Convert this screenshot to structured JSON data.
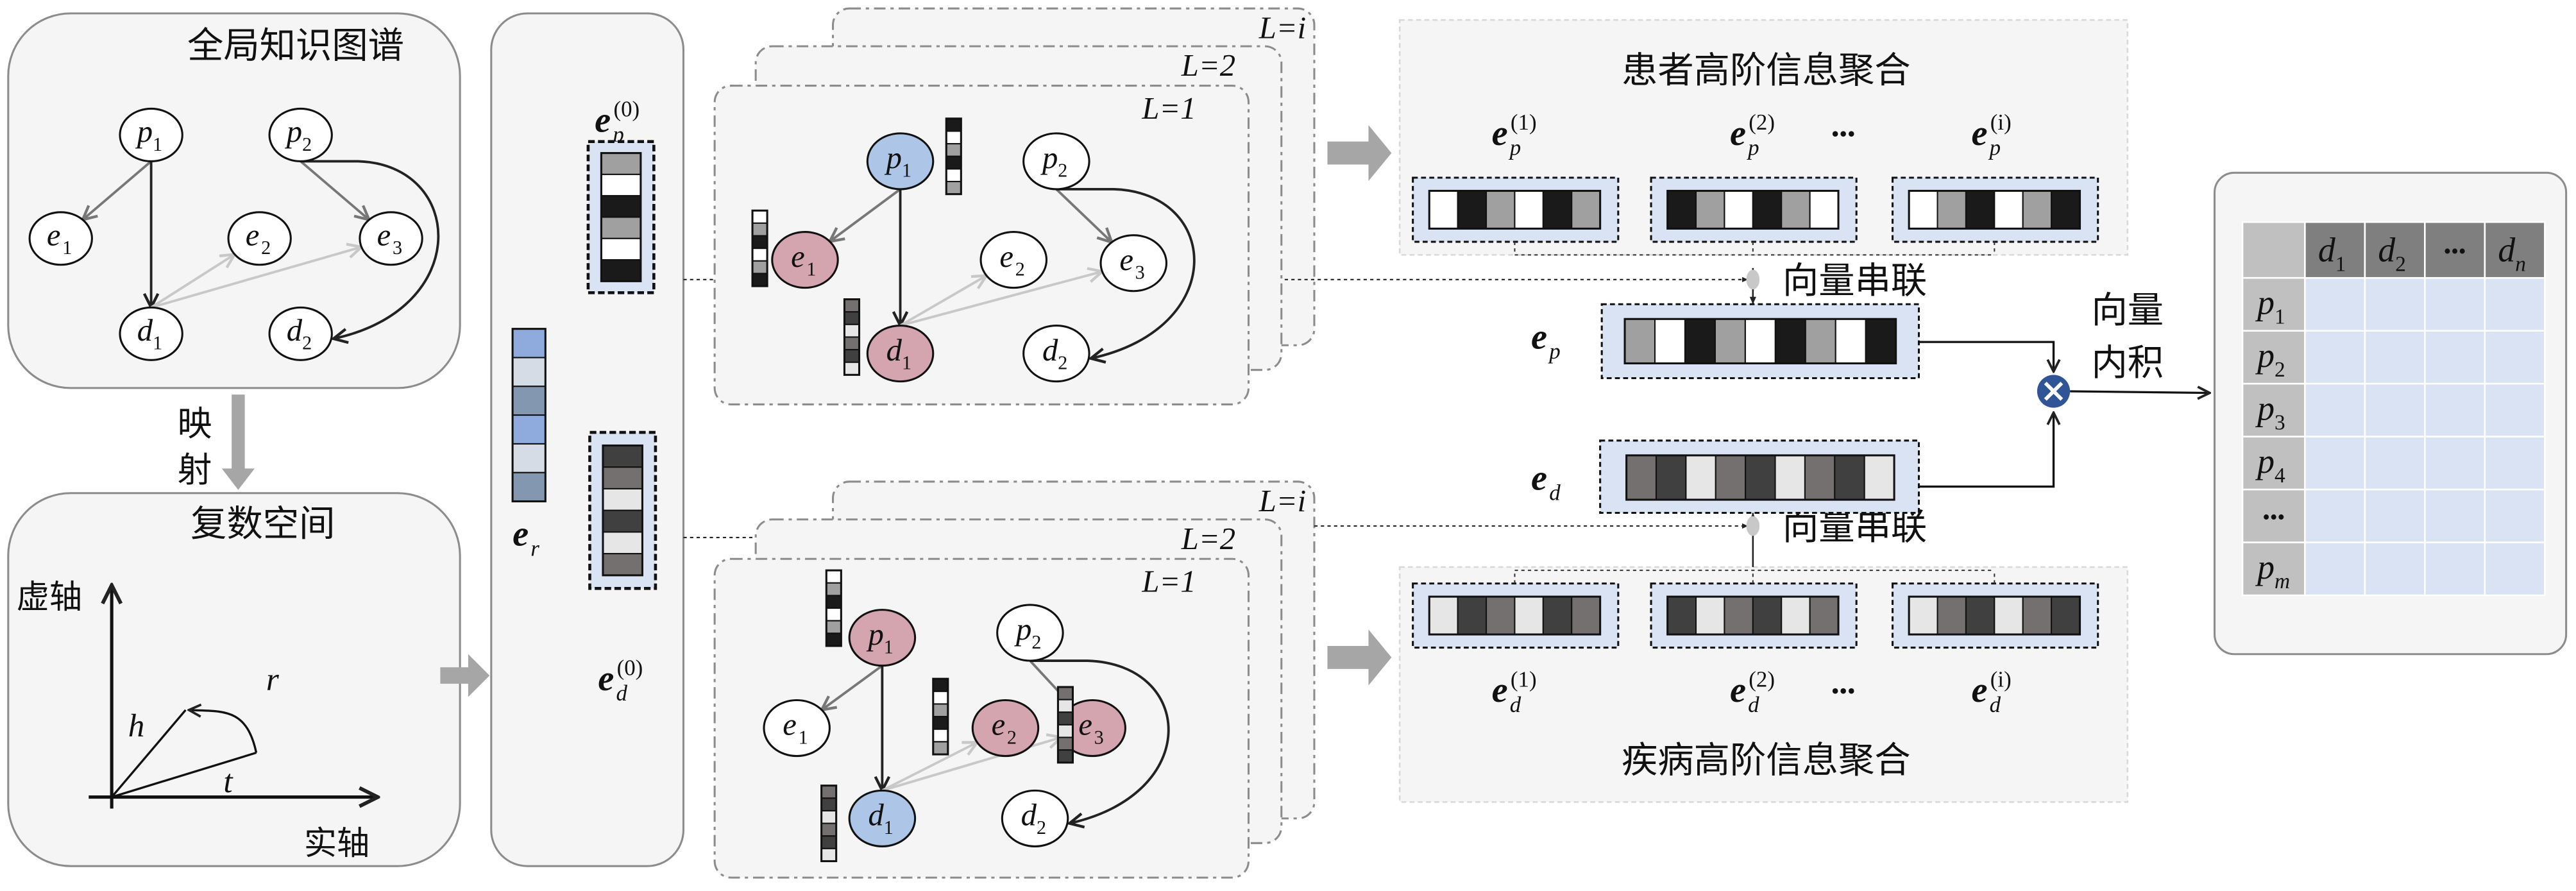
{
  "colors": {
    "panel_fill": "#f5f5f5",
    "panel_stroke": "#8c8c8c",
    "node_blue": "#adc6e8",
    "node_pink": "#d4a5ae",
    "vector_box_fill": "#dae3f3",
    "matrix_header": "#7f7f7f",
    "matrix_rowhead": "#c0c0c0",
    "matrix_cell": "#dae3f3",
    "product_circle": "#2f5597",
    "flow_arrow": "#a6a6a6"
  },
  "graph": {
    "nodes": [
      {
        "id": "p1",
        "base": "p",
        "sub": "1"
      },
      {
        "id": "p2",
        "base": "p",
        "sub": "2"
      },
      {
        "id": "e1",
        "base": "e",
        "sub": "1"
      },
      {
        "id": "e2",
        "base": "e",
        "sub": "2"
      },
      {
        "id": "e3",
        "base": "e",
        "sub": "3"
      },
      {
        "id": "d1",
        "base": "d",
        "sub": "1"
      },
      {
        "id": "d2",
        "base": "d",
        "sub": "2"
      }
    ],
    "edges": [
      {
        "from": "p1",
        "to": "e1",
        "style": "gray"
      },
      {
        "from": "p1",
        "to": "d1",
        "style": "black"
      },
      {
        "from": "d1",
        "to": "e2",
        "style": "light"
      },
      {
        "from": "d1",
        "to": "e3",
        "style": "light"
      },
      {
        "from": "p2",
        "to": "e3",
        "style": "gray"
      },
      {
        "from": "p2",
        "to": "d2",
        "style": "black-curve"
      }
    ]
  },
  "global_kg": {
    "title": "全局知识图谱"
  },
  "mapping": {
    "chars": [
      "映",
      "射"
    ]
  },
  "complex_space": {
    "title": "复数空间",
    "imag_axis": "虚轴",
    "real_axis": "实轴",
    "h": "h",
    "t": "t",
    "r": "r"
  },
  "embeddings": {
    "e_r": {
      "base": "e",
      "sub": "r",
      "colors": [
        "#8faadc",
        "#d6dce5",
        "#8497b0",
        "#8faadc",
        "#d6dce5",
        "#8497b0"
      ]
    },
    "e_p0": {
      "base": "e",
      "sub": "p",
      "sup": "(0)",
      "colors": [
        "#a0a0a0",
        "#ffffff",
        "#1a1a1a",
        "#a0a0a0",
        "#ffffff",
        "#1a1a1a"
      ]
    },
    "e_d0": {
      "base": "e",
      "sub": "d",
      "sup": "(0)",
      "colors": [
        "#404040",
        "#747070",
        "#e7e6e6",
        "#404040",
        "#e7e6e6",
        "#747070"
      ]
    }
  },
  "patient_stack": {
    "layers": [
      "L=1",
      "L=2",
      "L=i"
    ],
    "highlight": {
      "p1": "blue",
      "e1": "pink",
      "d1": "pink"
    },
    "node_vectors": {
      "p1": [
        "#1a1a1a",
        "#ffffff",
        "#a0a0a0",
        "#1a1a1a",
        "#ffffff",
        "#a0a0a0"
      ],
      "e1": [
        "#ffffff",
        "#a0a0a0",
        "#1a1a1a",
        "#ffffff",
        "#a0a0a0",
        "#1a1a1a"
      ],
      "d1": [
        "#747070",
        "#404040",
        "#e7e6e6",
        "#747070",
        "#404040",
        "#e7e6e6"
      ]
    }
  },
  "disease_stack": {
    "layers": [
      "L=1",
      "L=2",
      "L=i"
    ],
    "highlight": {
      "p1": "pink",
      "e2": "pink",
      "e3": "pink",
      "d1": "blue"
    },
    "node_vectors": {
      "p1": [
        "#ffffff",
        "#a0a0a0",
        "#1a1a1a",
        "#ffffff",
        "#a0a0a0",
        "#1a1a1a"
      ],
      "e2": [
        "#1a1a1a",
        "#ffffff",
        "#a0a0a0",
        "#1a1a1a",
        "#ffffff",
        "#a0a0a0"
      ],
      "e3": [
        "#747070",
        "#e7e6e6",
        "#404040",
        "#e7e6e6",
        "#747070",
        "#404040"
      ],
      "d1": [
        "#747070",
        "#404040",
        "#e7e6e6",
        "#747070",
        "#404040",
        "#e7e6e6"
      ]
    }
  },
  "patient_agg": {
    "title": "患者高阶信息聚合",
    "ellipsis": "•••",
    "items": [
      {
        "base": "e",
        "sub": "p",
        "sup": "(1)",
        "colors": [
          "#ffffff",
          "#1a1a1a",
          "#a0a0a0",
          "#ffffff",
          "#1a1a1a",
          "#a0a0a0"
        ]
      },
      {
        "base": "e",
        "sub": "p",
        "sup": "(2)",
        "colors": [
          "#1a1a1a",
          "#a0a0a0",
          "#ffffff",
          "#1a1a1a",
          "#a0a0a0",
          "#ffffff"
        ]
      },
      {
        "base": "e",
        "sub": "p",
        "sup": "(i)",
        "colors": [
          "#ffffff",
          "#a0a0a0",
          "#1a1a1a",
          "#ffffff",
          "#a0a0a0",
          "#1a1a1a"
        ]
      }
    ]
  },
  "disease_agg": {
    "title": "疾病高阶信息聚合",
    "ellipsis": "•••",
    "items": [
      {
        "base": "e",
        "sub": "d",
        "sup": "(1)",
        "colors": [
          "#e7e6e6",
          "#404040",
          "#747070",
          "#e7e6e6",
          "#404040",
          "#747070"
        ]
      },
      {
        "base": "e",
        "sub": "d",
        "sup": "(2)",
        "colors": [
          "#404040",
          "#e7e6e6",
          "#747070",
          "#404040",
          "#e7e6e6",
          "#747070"
        ]
      },
      {
        "base": "e",
        "sub": "d",
        "sup": "(i)",
        "colors": [
          "#e7e6e6",
          "#747070",
          "#404040",
          "#e7e6e6",
          "#747070",
          "#404040"
        ]
      }
    ]
  },
  "concat_label": "向量串联",
  "e_p": {
    "base": "e",
    "sub": "p",
    "colors": [
      "#a0a0a0",
      "#ffffff",
      "#1a1a1a",
      "#a0a0a0",
      "#ffffff",
      "#1a1a1a",
      "#a0a0a0",
      "#ffffff",
      "#1a1a1a"
    ]
  },
  "e_d": {
    "base": "e",
    "sub": "d",
    "colors": [
      "#747070",
      "#404040",
      "#e7e6e6",
      "#747070",
      "#404040",
      "#e7e6e6",
      "#747070",
      "#404040",
      "#e7e6e6"
    ]
  },
  "inner_product": {
    "lines": [
      "向量",
      "内积"
    ],
    "icon": "multiply-circle-icon"
  },
  "matrix": {
    "cols": [
      {
        "base": "d",
        "sub": "1"
      },
      {
        "base": "d",
        "sub": "2"
      },
      {
        "text": "•••"
      },
      {
        "base": "d",
        "sub": "n"
      }
    ],
    "rows": [
      {
        "base": "p",
        "sub": "1"
      },
      {
        "base": "p",
        "sub": "2"
      },
      {
        "base": "p",
        "sub": "3"
      },
      {
        "base": "p",
        "sub": "4"
      },
      {
        "text": "•••"
      },
      {
        "base": "p",
        "sub": "m"
      }
    ]
  }
}
